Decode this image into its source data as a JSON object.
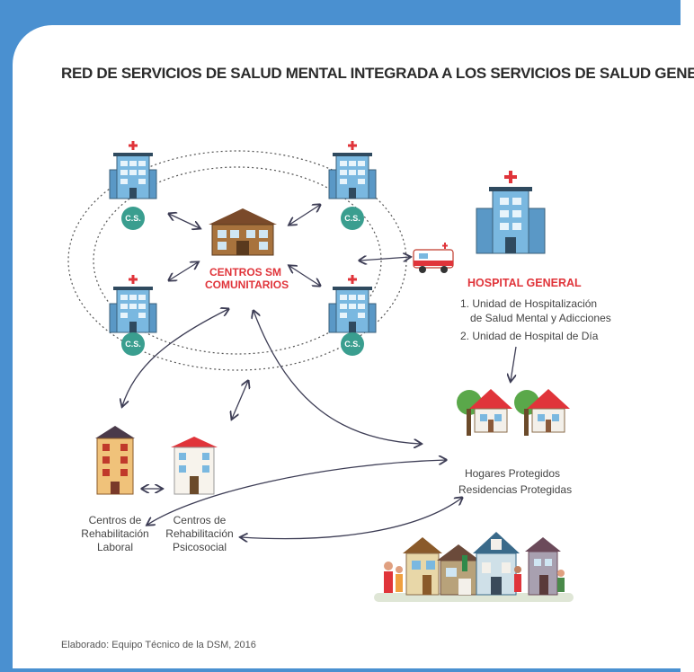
{
  "title": "RED DE SERVICIOS DE SALUD MENTAL INTEGRADA A LOS SERVICIOS DE SALUD GENERAL",
  "cs_label": "C.S.",
  "centros_sm": [
    "CENTROS SM",
    "COMUNITARIOS"
  ],
  "hospital": {
    "title": "HOSPITAL GENERAL",
    "items": [
      "1. Unidad de Hospitalización",
      "de Salud Mental y Adicciones",
      "2. Unidad de Hospital de Día"
    ]
  },
  "hogares": [
    "Hogares Protegidos",
    "Residencias Protegidas"
  ],
  "rehab_laboral": [
    "Centros de",
    "Rehabilitación",
    "Laboral"
  ],
  "rehab_psicosocial": [
    "Centros de",
    "Rehabilitación",
    "Psicosocial"
  ],
  "credit": "Elaborado: Equipo Técnico de la DSM, 2016",
  "colors": {
    "frame": "#4a90d0",
    "accent_red": "#e0343a",
    "cs_teal": "#3a9e8f",
    "building_blue": "#7ab8e0"
  }
}
